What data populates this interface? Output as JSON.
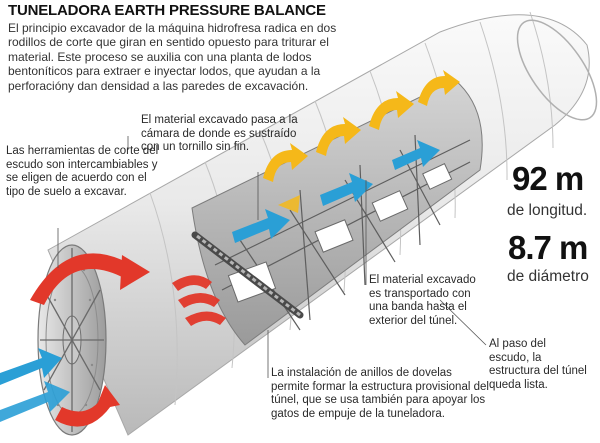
{
  "title": "TUNELADORA EARTH PRESSURE BALANCE",
  "intro": "El principio excavador de la máquina hidrofresa radica en dos rodillos de corte que giran en sentido opuesto para triturar el material. Este proceso se auxilia con una planta de lodos bentoníticos para extraer e inyectar lodos, que ayudan a la perforacióny dan densidad a las paredes de excavación.",
  "callouts": {
    "cutting_tools": "Las herramientas de corte del escudo son intercambiables y se eligen de acuerdo con el tipo de suelo a excavar.",
    "chamber": "El material excavado pasa a la cámara de donde es sustraído con un tornillo sin fin.",
    "conveyor": "El material excavado es transportado con una banda hasta el exterior del túnel.",
    "segment_rings": "La instalación de anillos de dovelas permite formar la estructura provisional del túnel, que se usa también para apoyar los gatos de empuje de la tuneladora.",
    "tunnel_finished": "Al paso del escudo, la estructura del túnel queda lista."
  },
  "stats": {
    "length_value": "92 m",
    "length_label": "de longitud.",
    "diameter_value": "8.7 m",
    "diameter_label": "de diámetro"
  },
  "colors": {
    "shell": "#e6e6e6",
    "arrow_blue": "#2a9fd6",
    "arrow_yellow": "#f5b819",
    "arrow_red": "#e2382a"
  }
}
